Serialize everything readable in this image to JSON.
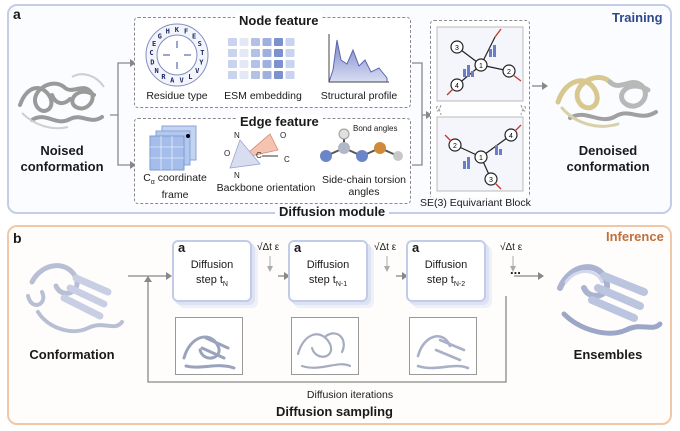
{
  "panel_a": {
    "label": "a",
    "title": "Training",
    "node_feature": {
      "title": "Node feature",
      "items": [
        "Residue type",
        "ESM embedding",
        "Structural profile"
      ]
    },
    "edge_feature": {
      "title": "Edge feature",
      "coord_frame_1": "C",
      "coord_frame_sub": "α",
      "coord_frame_2": " coordinate",
      "coord_frame_3": "frame",
      "backbone": "Backbone orientation",
      "sidechain_1": "Side-chain torsion",
      "sidechain_2": "angles",
      "bond_angles": "Bond angles"
    },
    "input_1": "Noised",
    "input_2": "conformation",
    "output_1": "Denoised",
    "output_2": "conformation",
    "module_label": "Diffusion module",
    "block_label": "SE(3) Equivariant Block",
    "residue_letters": "KFESTYVLVARNDCEGH"
  },
  "panel_b": {
    "label": "b",
    "title": "Inference",
    "input": "Conformation",
    "output": "Ensembles",
    "steps": [
      {
        "tag": "a",
        "l1": "Diffusion",
        "l2": "step t",
        "sub": "N"
      },
      {
        "tag": "a",
        "l1": "Diffusion",
        "l2": "step t",
        "sub": "N-1"
      },
      {
        "tag": "a",
        "l1": "Diffusion",
        "l2": "step t",
        "sub": "N-2"
      }
    ],
    "noise": "√Δt ε",
    "ellipsis": "...",
    "iterations": "Diffusion iterations",
    "sampling": "Diffusion sampling"
  },
  "colors": {
    "training_border": "#c4cde6",
    "inference_border": "#f0c8a8",
    "training_title": "#2f4a8a",
    "inference_title": "#c0703a"
  }
}
